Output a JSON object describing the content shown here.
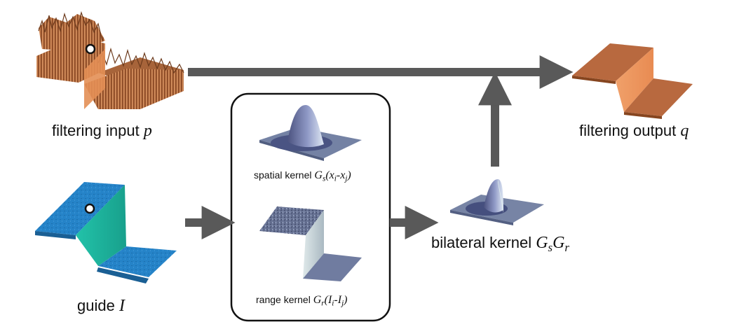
{
  "labels": {
    "filtering_input": {
      "text": "filtering input",
      "symbol": "p"
    },
    "guide": {
      "text": "guide",
      "symbol": "I"
    },
    "spatial_kernel": {
      "text": "spatial kernel",
      "G": "G",
      "sub": "s",
      "arg_open": "(x",
      "arg_sub1": "i",
      "arg_mid": "-x",
      "arg_sub2": "j",
      "arg_close": ")"
    },
    "range_kernel": {
      "text": "range kernel",
      "G": "G",
      "sub": "r",
      "arg_open": "(I",
      "arg_sub1": "i",
      "arg_mid": "-I",
      "arg_sub2": "j",
      "arg_close": ")"
    },
    "bilateral_kernel": {
      "text": "bilateral kernel",
      "G1": "G",
      "sub1": "s",
      "G2": "G",
      "sub2": "r"
    },
    "filtering_output": {
      "text": "filtering output",
      "symbol": "q"
    }
  },
  "colors": {
    "arrow": "#595959",
    "input_surface": "#c07a4c",
    "output_surface": "#b86a3e",
    "guide_blue": "#1f7fc4",
    "guide_teal": "#1fb39c",
    "kernel_plane": "#6f7f9c",
    "box_border": "#111111"
  }
}
